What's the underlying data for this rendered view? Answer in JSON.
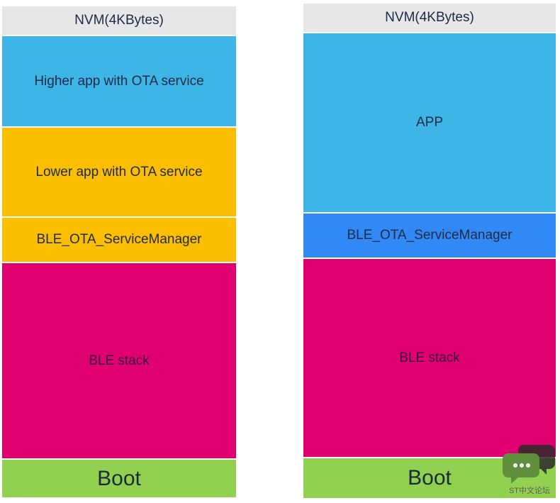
{
  "left_stack": {
    "nvm": "NVM(4KBytes)",
    "higher_app": "Higher app with OTA service",
    "lower_app": "Lower app with OTA service",
    "service_manager": "BLE_OTA_ServiceManager",
    "ble_stack": "BLE stack",
    "boot": "Boot"
  },
  "right_stack": {
    "nvm": "NVM(4KBytes)",
    "app": "APP",
    "service_manager": "BLE_OTA_ServiceManager",
    "ble_stack": "BLE stack",
    "boot": "Boot"
  },
  "watermark": {
    "text": "ST中文论坛"
  },
  "colors": {
    "nvm": "#e7e7e7",
    "app_blue": "#3db5e6",
    "app_yellow": "#fcbf00",
    "service_manager_blue": "#3089f5",
    "ble_stack": "#e0006f",
    "boot": "#92d050"
  }
}
